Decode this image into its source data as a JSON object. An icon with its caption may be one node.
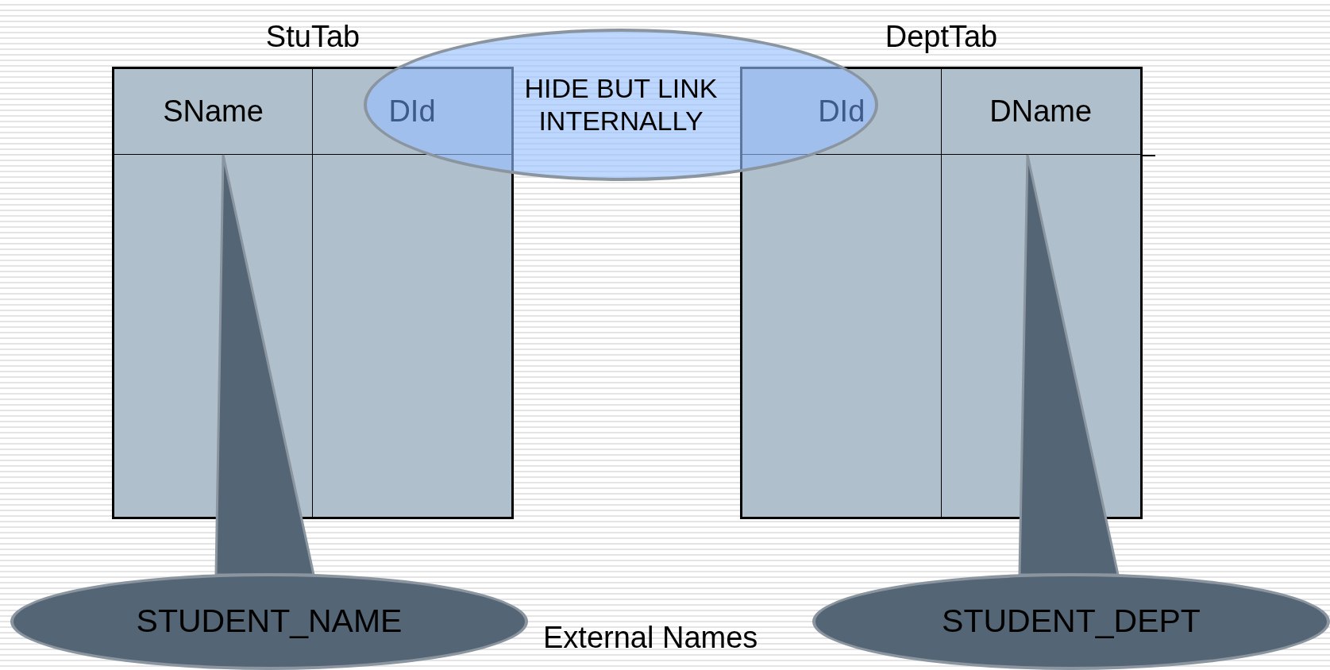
{
  "diagram": {
    "nodes": [
      {
        "text": [
          "StuTab"
        ]
      },
      {
        "text": [
          "SName"
        ],
        "in": 0
      },
      {
        "text": [
          "DId"
        ],
        "in": 0
      },
      {
        "text": [
          "DeptTab"
        ]
      },
      {
        "text": [
          "DId"
        ],
        "in": 3
      },
      {
        "text": [
          "DName"
        ],
        "in": 3
      },
      {
        "text": [
          "HIDE BUT LINK INTERNALLY"
        ]
      },
      {
        "text": [
          "STUDENT_NAME"
        ]
      },
      {
        "text": [
          "STUDENT_DEPT"
        ]
      }
    ],
    "edges": [
      {
        "from": 7,
        "to": 1,
        "arrow": "none"
      },
      {
        "from": 8,
        "to": 5,
        "arrow": "none"
      }
    ],
    "labels": [
      "External Names"
    ]
  }
}
